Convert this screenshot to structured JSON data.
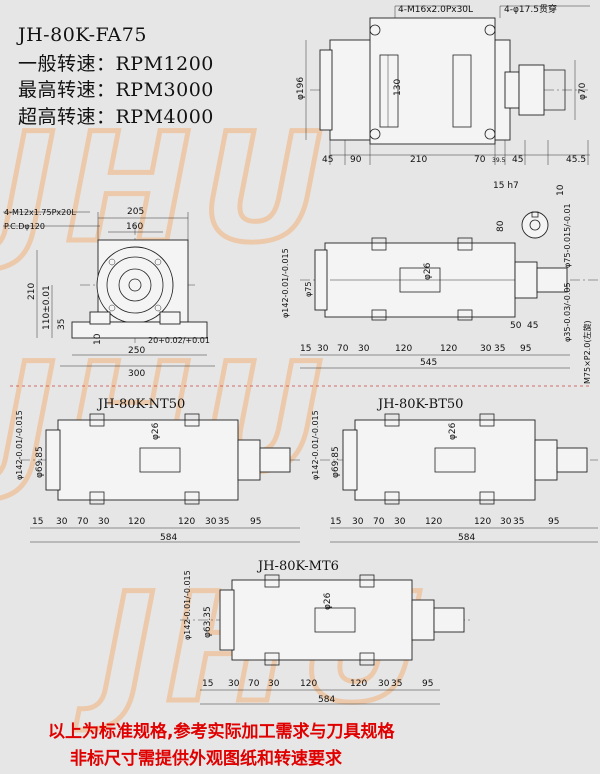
{
  "titles": {
    "model": "JH-80K-FA75",
    "speed1": "一般转速：RPM1200",
    "speed2": "最高转速：RPM3000",
    "speed3": "超高转速：RPM4000"
  },
  "watermark": "JHU",
  "views": {
    "top": {
      "holes_label": "4-M16x2.0Px30L",
      "thru_label": "4-φ17.5贯穿",
      "dims": [
        "45",
        "90",
        "210",
        "70",
        "39.5",
        "45",
        "45.5",
        "φ196",
        "130",
        "φ70"
      ]
    },
    "front": {
      "tap_label": "4-M12x1.75Px20L",
      "pcd_label": "P.C.Dφ120",
      "dims": [
        "205",
        "160",
        "210",
        "110±0.01",
        "35",
        "10",
        "20+0.02/+0.01",
        "250",
        "300"
      ]
    },
    "side_fa75": {
      "key_label": "15 h7",
      "dims": [
        "10",
        "80",
        "φ75-0.015/-0.01",
        "φ26",
        "φ142-0.01/-0.015",
        "φ75",
        "50",
        "45",
        "φ35-0.03/-0.05",
        "M75×P2.0(左旋)",
        "15",
        "30",
        "70",
        "30",
        "120",
        "120",
        "30",
        "35",
        "95",
        "545"
      ]
    },
    "nt50": {
      "model": "JH-80K-NT50",
      "dims": [
        "φ142-0.01/-0.015",
        "φ69.85",
        "φ26",
        "15",
        "30",
        "70",
        "30",
        "120",
        "120",
        "30",
        "35",
        "95",
        "584"
      ]
    },
    "bt50": {
      "model": "JH-80K-BT50",
      "dims": [
        "φ142-0.01/-0.015",
        "φ69.85",
        "φ26",
        "15",
        "30",
        "70",
        "30",
        "120",
        "120",
        "30",
        "35",
        "95",
        "584"
      ]
    },
    "mt6": {
      "model": "JH-80K-MT6",
      "dims": [
        "φ142-0.01/-0.015",
        "φ63.35",
        "φ26",
        "15",
        "30",
        "70",
        "30",
        "120",
        "120",
        "30",
        "35",
        "95",
        "584"
      ]
    }
  },
  "notes": {
    "line1": "以上为标准规格,参考实际加工需求与刀具规格",
    "line2": "非标尺寸需提供外观图纸和转速要求"
  },
  "colors": {
    "background": "#e6e6e6",
    "watermark": "#f2b27a",
    "note_text": "#e00000",
    "divider": "#c44"
  }
}
